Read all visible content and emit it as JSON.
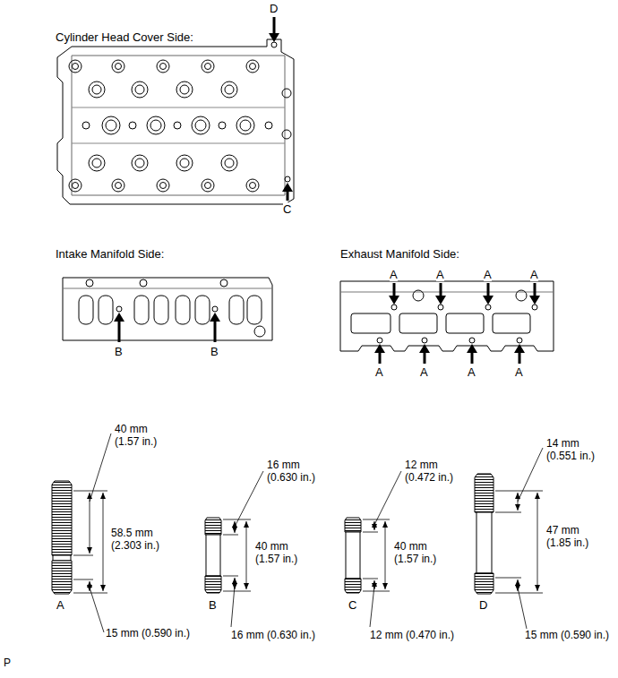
{
  "diagram": {
    "labels": [
      "Cylinder Head Cover Side:",
      "D",
      "C",
      "Intake Manifold Side:",
      "B",
      "B",
      "Exhaust Manifold Side:",
      "A",
      "A",
      "A",
      "A",
      "A",
      "A",
      "A",
      "A",
      "40 mm (1.57 in.)",
      "58.5 mm (2.303 in.)",
      "15 mm (0.590 in.)",
      "A",
      "16 mm (0.630 in.)",
      "40 mm (1.57 in.)",
      "16 mm (0.630 in.)",
      "B",
      "12 mm (0.472 in.)",
      "40 mm (1.57 in.)",
      "12 mm (0.470 in.)",
      "C",
      "14 mm (0.551 in.)",
      "47 mm (1.85 in.)",
      "15 mm (0.590 in.)",
      "D",
      "P"
    ]
  }
}
